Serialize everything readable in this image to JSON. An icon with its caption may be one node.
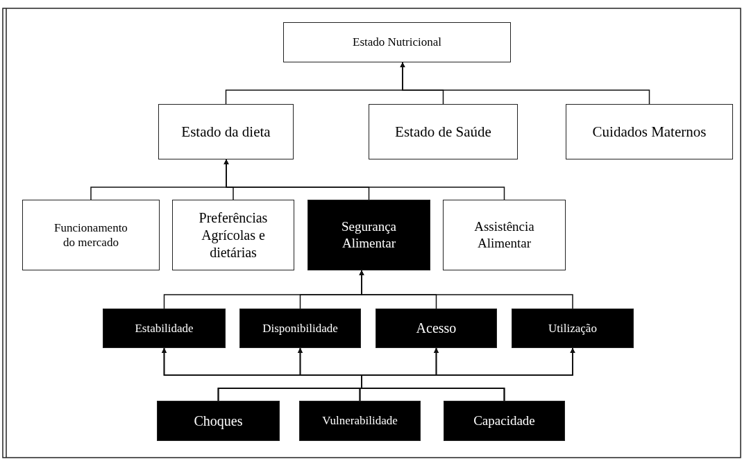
{
  "diagram": {
    "nodes": [
      {
        "text": [
          "Estado Nutricional"
        ]
      },
      {
        "text": [
          "Estado da dieta"
        ]
      },
      {
        "text": [
          "Estado de Saúde"
        ]
      },
      {
        "text": [
          "Cuidados Maternos"
        ]
      },
      {
        "text": [
          "Funcionamento do mercado"
        ]
      },
      {
        "text": [
          "Preferências Agrícolas e dietárias"
        ]
      },
      {
        "text": [
          "Segurança Alimentar"
        ]
      },
      {
        "text": [
          "Assistência Alimentar"
        ]
      },
      {
        "text": [
          "Estabilidade"
        ]
      },
      {
        "text": [
          "Disponibilidade"
        ]
      },
      {
        "text": [
          "Acesso"
        ]
      },
      {
        "text": [
          "Utilização"
        ]
      },
      {
        "text": [
          "Choques"
        ]
      },
      {
        "text": [
          "Vulnerabilidade"
        ]
      },
      {
        "text": [
          "Capacidade"
        ]
      }
    ],
    "edges": [
      {
        "from": 1,
        "to": 0,
        "arrow": "to"
      },
      {
        "from": 2,
        "to": 0,
        "arrow": "to"
      },
      {
        "from": 3,
        "to": 0,
        "arrow": "to"
      },
      {
        "from": 4,
        "to": 1,
        "arrow": "to"
      },
      {
        "from": 5,
        "to": 1,
        "arrow": "to"
      },
      {
        "from": 6,
        "to": 1,
        "arrow": "to"
      },
      {
        "from": 7,
        "to": 1,
        "arrow": "to"
      },
      {
        "from": 8,
        "to": 6,
        "arrow": "to"
      },
      {
        "from": 9,
        "to": 6,
        "arrow": "to"
      },
      {
        "from": 10,
        "to": 6,
        "arrow": "to"
      },
      {
        "from": 11,
        "to": 6,
        "arrow": "to"
      },
      {
        "from": 12,
        "to": 8,
        "arrow": "to"
      },
      {
        "from": 12,
        "to": 9,
        "arrow": "to"
      },
      {
        "from": 12,
        "to": 10,
        "arrow": "to"
      },
      {
        "from": 12,
        "to": 11,
        "arrow": "to"
      },
      {
        "from": 13,
        "to": 8,
        "arrow": "to"
      },
      {
        "from": 13,
        "to": 9,
        "arrow": "to"
      },
      {
        "from": 13,
        "to": 10,
        "arrow": "to"
      },
      {
        "from": 13,
        "to": 11,
        "arrow": "to"
      },
      {
        "from": 14,
        "to": 8,
        "arrow": "to"
      },
      {
        "from": 14,
        "to": 9,
        "arrow": "to"
      },
      {
        "from": 14,
        "to": 10,
        "arrow": "to"
      },
      {
        "from": 14,
        "to": 11,
        "arrow": "to"
      }
    ]
  }
}
